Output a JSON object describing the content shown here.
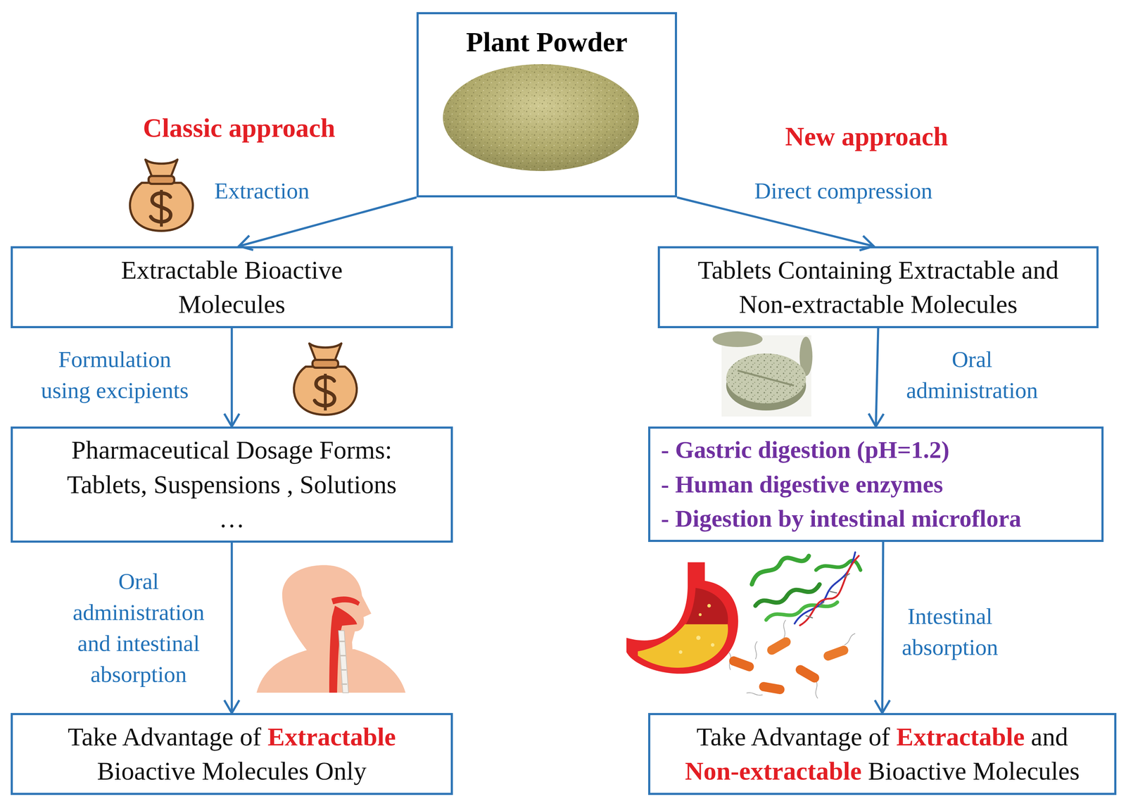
{
  "diagram": {
    "nodes": [
      {
        "text": [
          "Plant Powder"
        ]
      },
      {
        "text": [
          "Extractable Bioactive Molecules"
        ]
      },
      {
        "text": [
          "Tablets Containing Extractable and Non-extractable Molecules"
        ]
      },
      {
        "text": [
          "Pharmaceutical Dosage Forms: Tablets, Suspensions , Solutions …"
        ]
      },
      {
        "text": [
          "- Gastric digestion (pH=1.2)",
          "- Human digestive enzymes",
          "- Digestion by intestinal microflora"
        ]
      },
      {
        "text": [
          "Take Advantage of",
          "Extractable",
          "Bioactive Molecules Only"
        ]
      },
      {
        "text": [
          "Take Advantage of",
          "Extractable",
          "and",
          "Non-extractable",
          "Bioactive Molecules"
        ]
      }
    ],
    "edges": [
      {
        "from": 0,
        "to": 1,
        "arrow": "to",
        "label": "Extraction"
      },
      {
        "from": 0,
        "to": 2,
        "arrow": "to",
        "label": "Direct compression"
      },
      {
        "from": 1,
        "to": 3,
        "arrow": "to",
        "label": "Formulation using excipients"
      },
      {
        "from": 2,
        "to": 4,
        "arrow": "to",
        "label": "Oral administration"
      },
      {
        "from": 3,
        "to": 5,
        "arrow": "to",
        "label": "Oral administration and intestinal absorption"
      },
      {
        "from": 4,
        "to": 6,
        "arrow": "to",
        "label": "Intestinal absorption"
      }
    ],
    "labels": [
      "Classic approach",
      "New approach"
    ]
  }
}
